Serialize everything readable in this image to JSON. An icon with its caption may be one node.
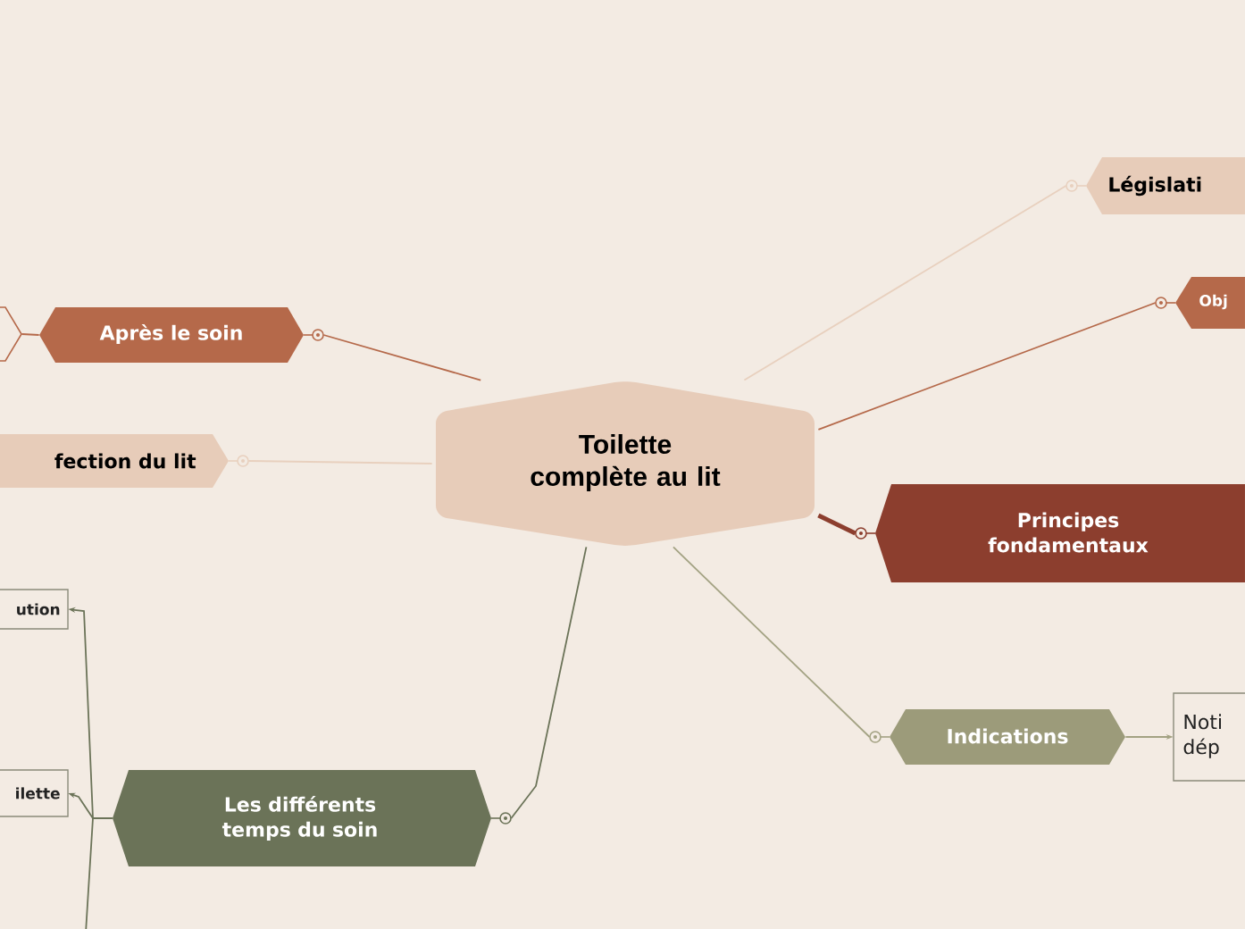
{
  "diagram": {
    "nodes": [
      {
        "text": [
          "Toilette complète au lit"
        ]
      },
      {
        "text": [
          "Législati"
        ]
      },
      {
        "text": [
          "Obj"
        ]
      },
      {
        "text": [
          "Principes fondamentaux"
        ]
      },
      {
        "text": [
          "Indications"
        ]
      },
      {
        "text": [
          "Noti dép"
        ]
      },
      {
        "text": [
          "Après le soin"
        ]
      },
      {
        "text": [],
        "shape": "hexagon"
      },
      {
        "text": [
          "fection du lit"
        ]
      },
      {
        "text": [
          "Les différents temps du soin"
        ]
      },
      {
        "text": [
          "ution"
        ]
      },
      {
        "text": [
          "ilette"
        ]
      }
    ],
    "edges": [
      {
        "from": 0,
        "to": 1,
        "arrow": "none",
        "color": "#e8d0be"
      },
      {
        "from": 0,
        "to": 2,
        "arrow": "none",
        "color": "#b5694a"
      },
      {
        "from": 0,
        "to": 3,
        "arrow": "none",
        "color": "#8c3e2e",
        "style": "thick"
      },
      {
        "from": 0,
        "to": 4,
        "arrow": "none",
        "color": "#a3a283"
      },
      {
        "from": 4,
        "to": 5,
        "arrow": "to",
        "color": "#a3a283"
      },
      {
        "from": 0,
        "to": 6,
        "arrow": "none",
        "color": "#b5694a"
      },
      {
        "from": 6,
        "to": 7,
        "arrow": "none",
        "color": "#b5694a"
      },
      {
        "from": 0,
        "to": 8,
        "arrow": "none",
        "color": "#e8d0be"
      },
      {
        "from": 0,
        "to": 9,
        "arrow": "none",
        "color": "#6b7358"
      },
      {
        "from": 9,
        "to": 10,
        "arrow": "to",
        "color": "#6b7358"
      },
      {
        "from": 9,
        "to": 11,
        "arrow": "to",
        "color": "#6b7358"
      },
      {
        "from": 9,
        "to": null,
        "arrow": "none",
        "color": "#6b7358"
      }
    ]
  }
}
